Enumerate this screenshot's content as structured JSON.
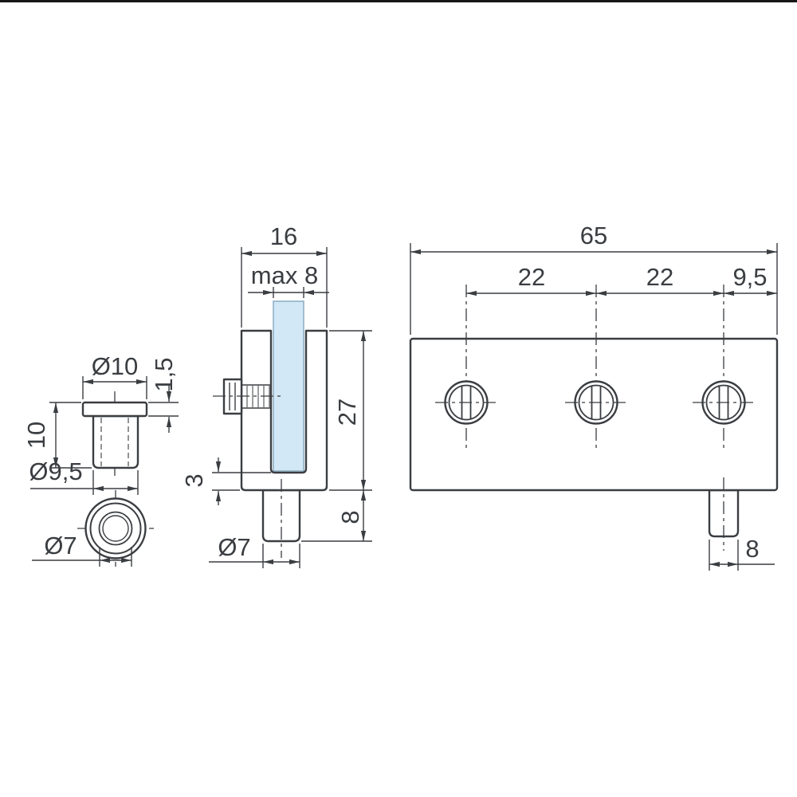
{
  "colors": {
    "line": "#3a3d41",
    "glass": "#d2e8f6",
    "top_edge": "#161616",
    "background": "#ffffff"
  },
  "drawing": {
    "bushing": {
      "flange_diameter": "Ø10",
      "flange_height": "1,5",
      "total_height": "10",
      "body_diameter": "Ø9,5",
      "hole_diameter": "Ø7"
    },
    "clamp_side": {
      "width": "16",
      "glass_thickness": "max 8",
      "height": "27",
      "bottom_thickness": "3",
      "pin_height": "8",
      "pin_diameter": "Ø7"
    },
    "clamp_front": {
      "length": "65",
      "hole_spacing_left": "22",
      "hole_spacing_right": "22",
      "hole_edge_offset": "9,5",
      "pin_width": "8"
    }
  }
}
